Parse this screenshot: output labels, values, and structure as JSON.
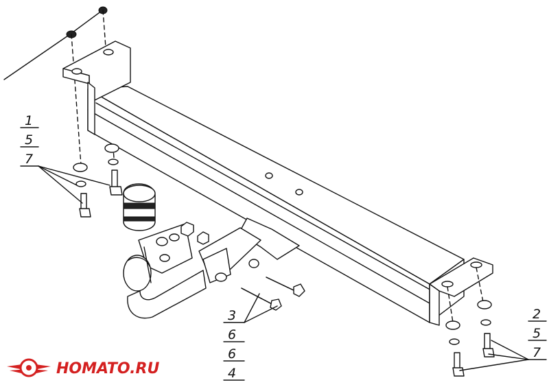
{
  "callouts": {
    "left": [
      "1",
      "5",
      "7"
    ],
    "center": [
      "3",
      "6",
      "6",
      "4"
    ],
    "right": [
      "2",
      "5",
      "7"
    ]
  },
  "logo": {
    "text": "HOMATO.RU",
    "color": "#d42020",
    "icon": "winged-wheel-logo-icon"
  }
}
